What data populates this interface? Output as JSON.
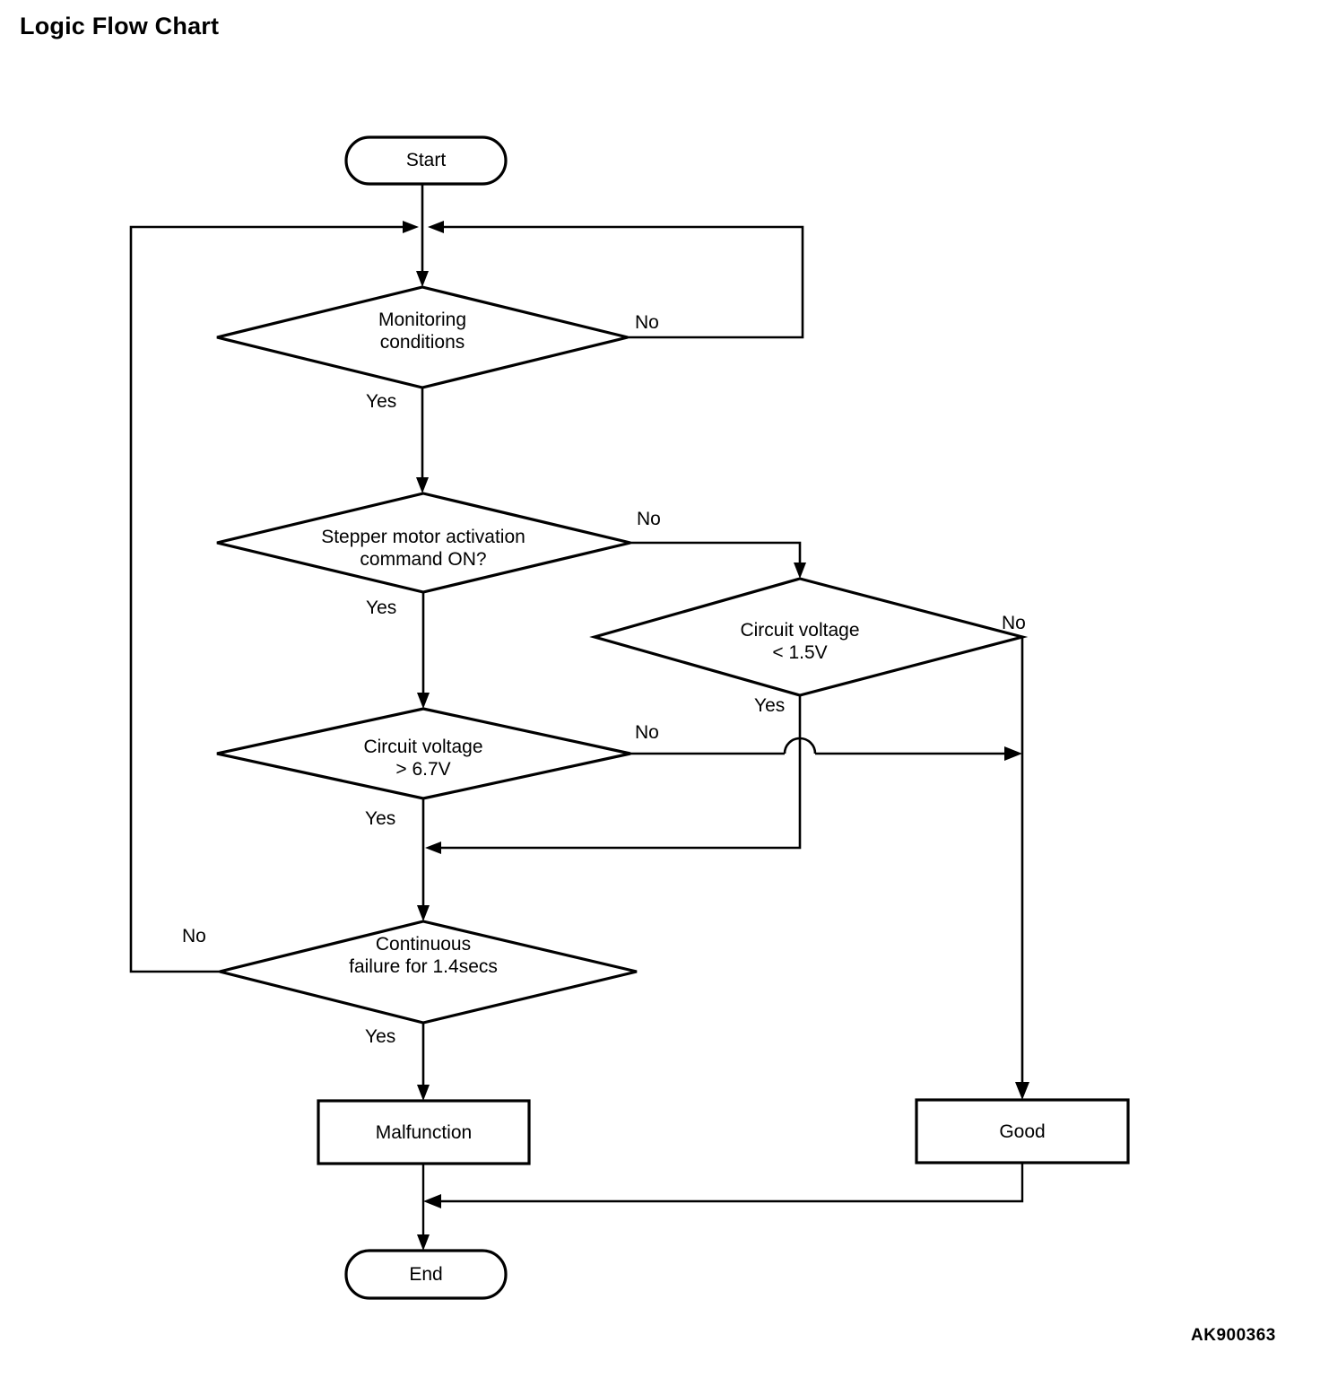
{
  "page": {
    "title": "Logic Flow Chart",
    "figure_code": "AK900363",
    "background_color": "#ffffff",
    "line_color": "#000000"
  },
  "chart_data": {
    "type": "diagram",
    "diagram_type": "flowchart",
    "title": "Logic Flow Chart",
    "nodes": [
      {
        "id": "start",
        "shape": "terminator",
        "label": "Start"
      },
      {
        "id": "monitor",
        "shape": "decision",
        "label": "Monitoring\nconditions",
        "line1": "Monitoring",
        "line2": "conditions"
      },
      {
        "id": "stepper",
        "shape": "decision",
        "label": "Stepper motor activation\ncommand ON?",
        "line1": "Stepper motor activation",
        "line2": "command ON?"
      },
      {
        "id": "volt_high",
        "shape": "decision",
        "label": "Circuit voltage\n> 6.7V",
        "line1": "Circuit voltage",
        "line2": "> 6.7V"
      },
      {
        "id": "volt_low",
        "shape": "decision",
        "label": "Circuit voltage\n< 1.5V",
        "line1": "Circuit voltage",
        "line2": "< 1.5V"
      },
      {
        "id": "continuous",
        "shape": "decision",
        "label": "Continuous\nfailure for 1.4secs",
        "line1": "Continuous",
        "line2": "failure for 1.4secs"
      },
      {
        "id": "malfunction",
        "shape": "process",
        "label": "Malfunction"
      },
      {
        "id": "good",
        "shape": "process",
        "label": "Good"
      },
      {
        "id": "end",
        "shape": "terminator",
        "label": "End"
      }
    ],
    "edges": [
      {
        "from": "start",
        "to": "monitor",
        "label": ""
      },
      {
        "from": "monitor",
        "to": "stepper",
        "label": "Yes"
      },
      {
        "from": "monitor",
        "to": "monitor",
        "label": "No"
      },
      {
        "from": "stepper",
        "to": "volt_high",
        "label": "Yes"
      },
      {
        "from": "stepper",
        "to": "volt_low",
        "label": "No"
      },
      {
        "from": "volt_high",
        "to": "continuous",
        "label": "Yes"
      },
      {
        "from": "volt_high",
        "to": "good",
        "label": "No"
      },
      {
        "from": "volt_low",
        "to": "continuous",
        "label": "Yes"
      },
      {
        "from": "volt_low",
        "to": "good",
        "label": "No"
      },
      {
        "from": "continuous",
        "to": "malfunction",
        "label": "Yes"
      },
      {
        "from": "continuous",
        "to": "monitor",
        "label": "No"
      },
      {
        "from": "malfunction",
        "to": "end",
        "label": ""
      },
      {
        "from": "good",
        "to": "end",
        "label": ""
      }
    ],
    "edge_labels": {
      "monitor_no": "No",
      "monitor_yes": "Yes",
      "stepper_no": "No",
      "stepper_yes": "Yes",
      "volt_low_no": "No",
      "volt_low_yes": "Yes",
      "volt_high_no": "No",
      "volt_high_yes": "Yes",
      "continuous_no": "No",
      "continuous_yes": "Yes"
    }
  }
}
